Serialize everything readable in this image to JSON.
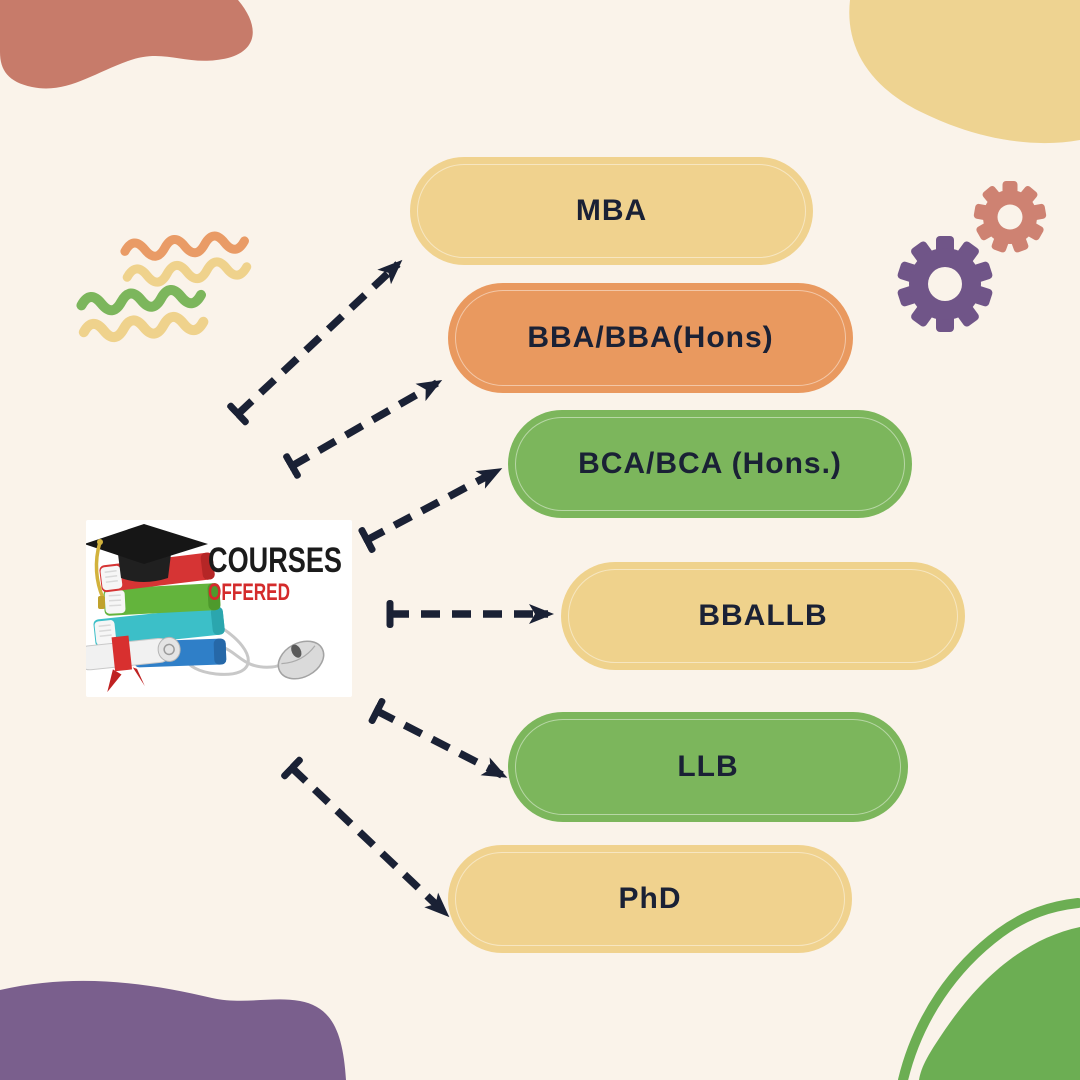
{
  "canvas": {
    "background": "#FAF3EA"
  },
  "center_graphic": {
    "line1": "COURSES",
    "line2": "OFFERED"
  },
  "courses": [
    {
      "label": "MBA",
      "color": "#F0D28E"
    },
    {
      "label": "BBA/BBA(Hons)",
      "color": "#E9995F"
    },
    {
      "label": "BCA/BCA (Hons.)",
      "color": "#7CB65C"
    },
    {
      "label": "BBALLB",
      "color": "#EFD28C"
    },
    {
      "label": "LLB",
      "color": "#7CB65C"
    },
    {
      "label": "PhD",
      "color": "#F0D28E"
    }
  ],
  "colors": {
    "arrow": "#1A2135",
    "pill_text": "#1A2135",
    "blob_top_left": "#C77B6A",
    "blob_top_right": "#EED391",
    "blob_bottom_left": "#7A5F8D",
    "blob_bottom_right": "#6CAE53",
    "gear_purple": "#705588",
    "gear_salmon": "#CE8272",
    "squiggle_orange": "#E99B66",
    "squiggle_yellow": "#EFD28C",
    "squiggle_green": "#7CB65C",
    "graphic_text_dark": "#1B1B1B",
    "graphic_text_red": "#D42B2B",
    "background": "#FAF3EA"
  }
}
